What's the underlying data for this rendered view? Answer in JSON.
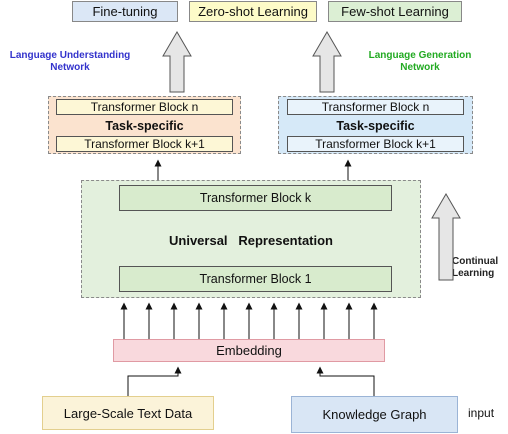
{
  "top_boxes": {
    "fine_tuning": "Fine-tuning",
    "zero_shot": "Zero-shot Learning",
    "few_shot": "Few-shot Learning"
  },
  "left_network": {
    "label_line1": "Language Understanding",
    "label_line2": "Network",
    "label_color": "#3333cc",
    "block_top": "Transformer Block n",
    "task": "Task-specific",
    "block_bottom": "Transformer Block k+1"
  },
  "right_network": {
    "label_line1": "Language Generation",
    "label_line2": "Network",
    "label_color": "#22aa22",
    "block_top": "Transformer Block n",
    "task": "Task-specific",
    "block_bottom": "Transformer Block k+1"
  },
  "universal": {
    "block_top": "Transformer Block k",
    "title": "Universal   Representation",
    "block_bottom": "Transformer Block 1"
  },
  "continual": {
    "line1": "Continual",
    "line2": "Learning"
  },
  "embedding": "Embedding",
  "inputs": {
    "text_data": "Large-Scale Text Data",
    "knowledge_graph": "Knowledge Graph",
    "label": "input"
  },
  "colors": {
    "fine_tuning_bg": "#dbe7f6",
    "zero_shot_bg": "#fdfbc8",
    "few_shot_bg": "#dcefd4",
    "left_net_bg": "#fbe3cf",
    "right_net_bg": "#d6e9f8",
    "universal_bg": "#e3f0dd",
    "embedding_bg": "#f9d9dd",
    "text_data_bg": "#fbf3d9",
    "knowledge_graph_bg": "#d9e6f5"
  }
}
